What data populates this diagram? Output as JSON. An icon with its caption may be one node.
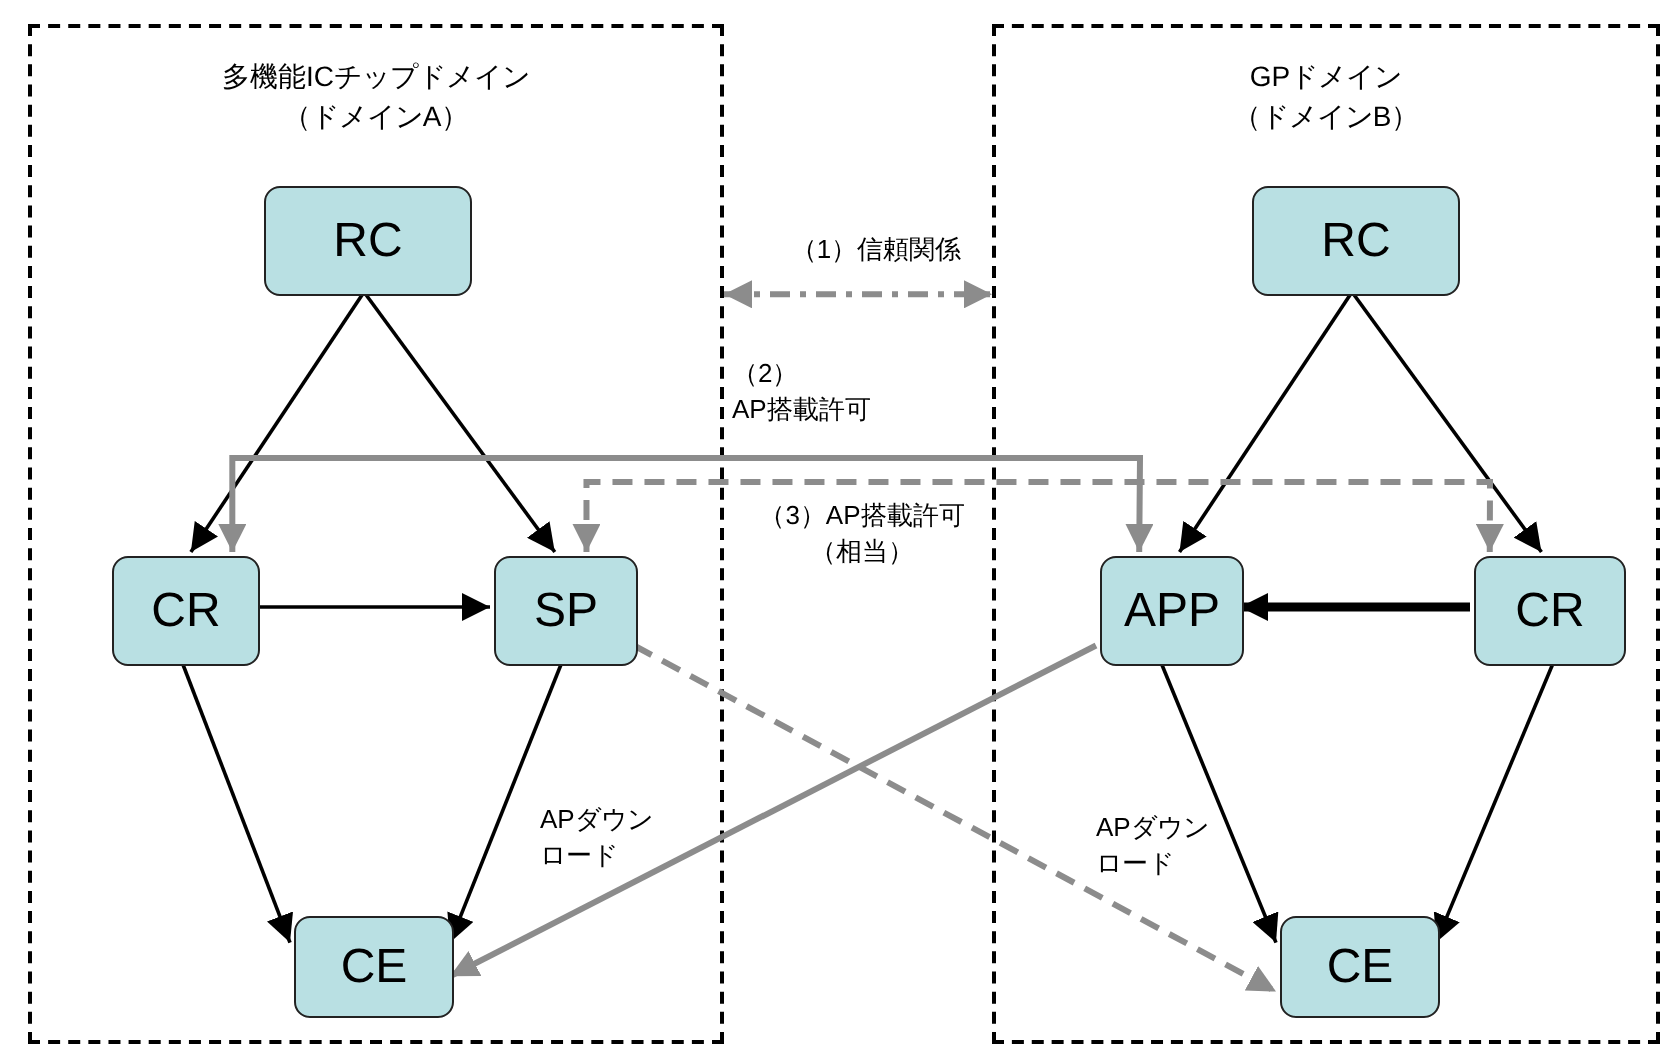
{
  "diagram": {
    "nodes": [
      {
        "text": [
          "多機能ICチップドメイン",
          "（ドメインA）"
        ]
      },
      {
        "text": [
          "RC"
        ],
        "in": 0
      },
      {
        "text": [
          "CR"
        ],
        "in": 0
      },
      {
        "text": [
          "SP"
        ],
        "in": 0
      },
      {
        "text": [
          "CE"
        ],
        "in": 0
      },
      {
        "text": [
          "GPドメイン",
          "（ドメインB）"
        ]
      },
      {
        "text": [
          "RC"
        ],
        "in": 5
      },
      {
        "text": [
          "APP"
        ],
        "in": 5
      },
      {
        "text": [
          "CR"
        ],
        "in": 5
      },
      {
        "text": [
          "CE"
        ],
        "in": 5
      }
    ],
    "edges": [
      {
        "from": 1,
        "to": 2,
        "arrow": "to"
      },
      {
        "from": 1,
        "to": 3,
        "arrow": "to"
      },
      {
        "from": 2,
        "to": 3,
        "arrow": "to"
      },
      {
        "from": 2,
        "to": 4,
        "arrow": "to"
      },
      {
        "from": 3,
        "to": 4,
        "arrow": "to"
      },
      {
        "from": 6,
        "to": 7,
        "arrow": "to"
      },
      {
        "from": 6,
        "to": 8,
        "arrow": "to"
      },
      {
        "from": 8,
        "to": 7,
        "arrow": "to",
        "style": "thick"
      },
      {
        "from": 7,
        "to": 9,
        "arrow": "to"
      },
      {
        "from": 8,
        "to": 9,
        "arrow": "to"
      },
      {
        "from": 0,
        "to": 5,
        "arrow": "both",
        "label": "（1）信頼関係",
        "style": "dashed",
        "color": "#8c8c8c"
      },
      {
        "from": 2,
        "to": 7,
        "arrow": "both",
        "label": "（2） AP搭載許可",
        "color": "#8c8c8c"
      },
      {
        "from": 3,
        "to": 8,
        "arrow": "both",
        "label": "（3）AP搭載許可（相当）",
        "style": "dashed",
        "color": "#8c8c8c"
      },
      {
        "from": 7,
        "to": 4,
        "arrow": "to",
        "label": "APダウンロード",
        "color": "#8c8c8c"
      },
      {
        "from": 3,
        "to": 9,
        "arrow": "to",
        "label": "APダウンロード",
        "style": "dashed",
        "color": "#8c8c8c"
      }
    ]
  }
}
